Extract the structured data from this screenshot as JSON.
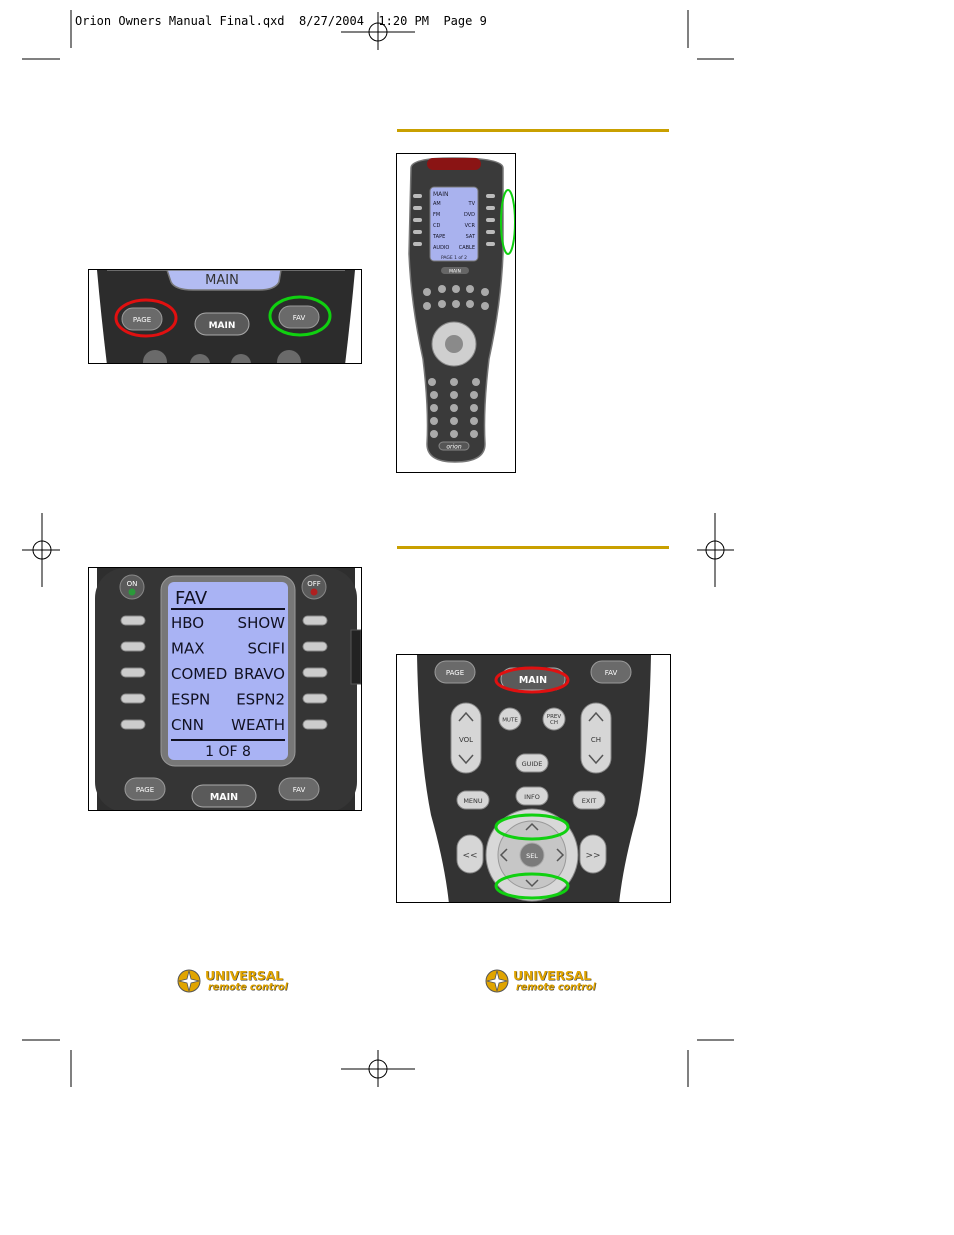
{
  "header": {
    "slug": "Orion Owners Manual Final.qxd  8/27/2004  1:20 PM  Page 9"
  },
  "fig1": {
    "screen_title": "MAIN",
    "page": "PAGE",
    "main": "MAIN",
    "fav": "FAV"
  },
  "fig2": {
    "screen_title": "MAIN",
    "rows": [
      [
        "AM",
        "TV"
      ],
      [
        "FM",
        "DVD"
      ],
      [
        "CD",
        "VCR"
      ],
      [
        "TAPE",
        "SAT"
      ],
      [
        "AUDIO",
        "CABLE"
      ]
    ],
    "footer": "PAGE 1 of 2",
    "main": "MAIN",
    "brand": "orion"
  },
  "fig3": {
    "on": "ON",
    "off": "OFF",
    "screen_title": "FAV",
    "rows": [
      [
        "HBO",
        "SHOW"
      ],
      [
        "MAX",
        "SCIFI"
      ],
      [
        "COMED",
        "BRAVO"
      ],
      [
        "ESPN",
        "ESPN2"
      ],
      [
        "CNN",
        "WEATH"
      ]
    ],
    "footer": "1 OF 8",
    "page": "PAGE",
    "main": "MAIN",
    "fav": "FAV"
  },
  "fig4": {
    "page": "PAGE",
    "main": "MAIN",
    "fav": "FAV",
    "mute": "MUTE",
    "prev1": "PREV",
    "prev2": "CH",
    "vol": "VOL",
    "ch": "CH",
    "guide": "GUIDE",
    "menu": "MENU",
    "info": "INFO",
    "exit": "EXIT",
    "sel": "SEL",
    "rew": "<<",
    "ff": ">>"
  },
  "logos": {
    "word1": "UNIVERSAL",
    "word2": "remote control"
  },
  "colors": {
    "gold_rule": "#c9a000",
    "highlight_red": "#e01010",
    "highlight_green": "#10d010",
    "lcd": "#aab4f8"
  }
}
